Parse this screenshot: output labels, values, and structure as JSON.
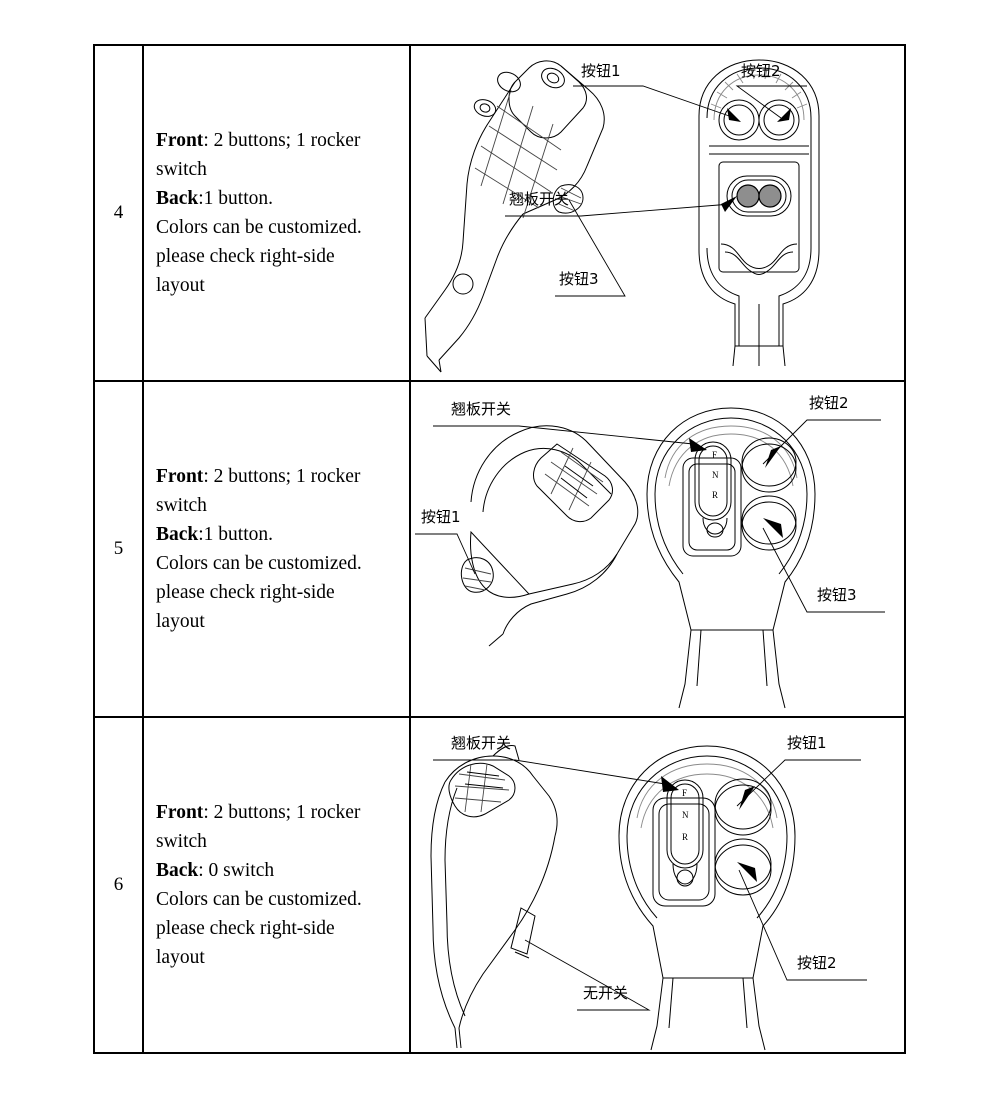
{
  "table": {
    "rows": [
      {
        "id": "4",
        "description": {
          "front_label": "Front",
          "front_text": ": 2 buttons; 1 rocker switch",
          "back_label": "Back",
          "back_text": ":1 button.",
          "note_line1": "Colors can be customized.",
          "note_line2": "please check right-side",
          "note_line3": "layout"
        },
        "drawing": {
          "name": "joystick-grip-row4",
          "side_view": "tilted-grip-side-view-with-trigger",
          "front_view": "front-face-two-round-buttons-and-horizontal-rocker",
          "callouts": [
            {
              "name": "callout-button1",
              "text": "按钮1"
            },
            {
              "name": "callout-button2",
              "text": "按钮2"
            },
            {
              "name": "callout-rocker-switch",
              "text": "翘板开关"
            },
            {
              "name": "callout-button3",
              "text": "按钮3"
            }
          ],
          "switch_legend": []
        }
      },
      {
        "id": "5",
        "description": {
          "front_label": "Front",
          "front_text": ": 2 buttons; 1 rocker switch",
          "back_label": "Back",
          "back_text": ":1 button.",
          "note_line1": "Colors can be customized.",
          "note_line2": "please check right-side",
          "note_line3": "layout"
        },
        "drawing": {
          "name": "joystick-grip-row5",
          "side_view": "curved-grip-side-view-with-rear-trigger",
          "front_view": "front-face-fnr-rocker-and-two-round-buttons",
          "callouts": [
            {
              "name": "callout-rocker-switch",
              "text": "翘板开关"
            },
            {
              "name": "callout-button2",
              "text": "按钮2"
            },
            {
              "name": "callout-button3",
              "text": "按钮3"
            },
            {
              "name": "callout-button1",
              "text": "按钮1"
            }
          ],
          "switch_legend": [
            "F",
            "N",
            "R"
          ]
        }
      },
      {
        "id": "6",
        "description": {
          "front_label": "Front",
          "front_text": ": 2 buttons; 1 rocker switch",
          "back_label": "Back",
          "back_text": ": 0 switch",
          "note_line1": "Colors can be customized.",
          "note_line2": "please check right-side",
          "note_line3": "layout"
        },
        "drawing": {
          "name": "joystick-grip-row6",
          "side_view": "smooth-grip-side-view-no-rear-switch",
          "front_view": "front-face-fnr-rocker-and-two-round-buttons",
          "callouts": [
            {
              "name": "callout-rocker-switch",
              "text": "翘板开关"
            },
            {
              "name": "callout-button1",
              "text": "按钮1"
            },
            {
              "name": "callout-button2",
              "text": "按钮2"
            },
            {
              "name": "callout-no-switch",
              "text": "无开关"
            }
          ],
          "switch_legend": [
            "F",
            "N",
            "R"
          ]
        }
      }
    ]
  },
  "colors": {
    "border": "#000000",
    "line": "#000000",
    "pad_fill": "#8e8e8e",
    "background": "#ffffff"
  }
}
